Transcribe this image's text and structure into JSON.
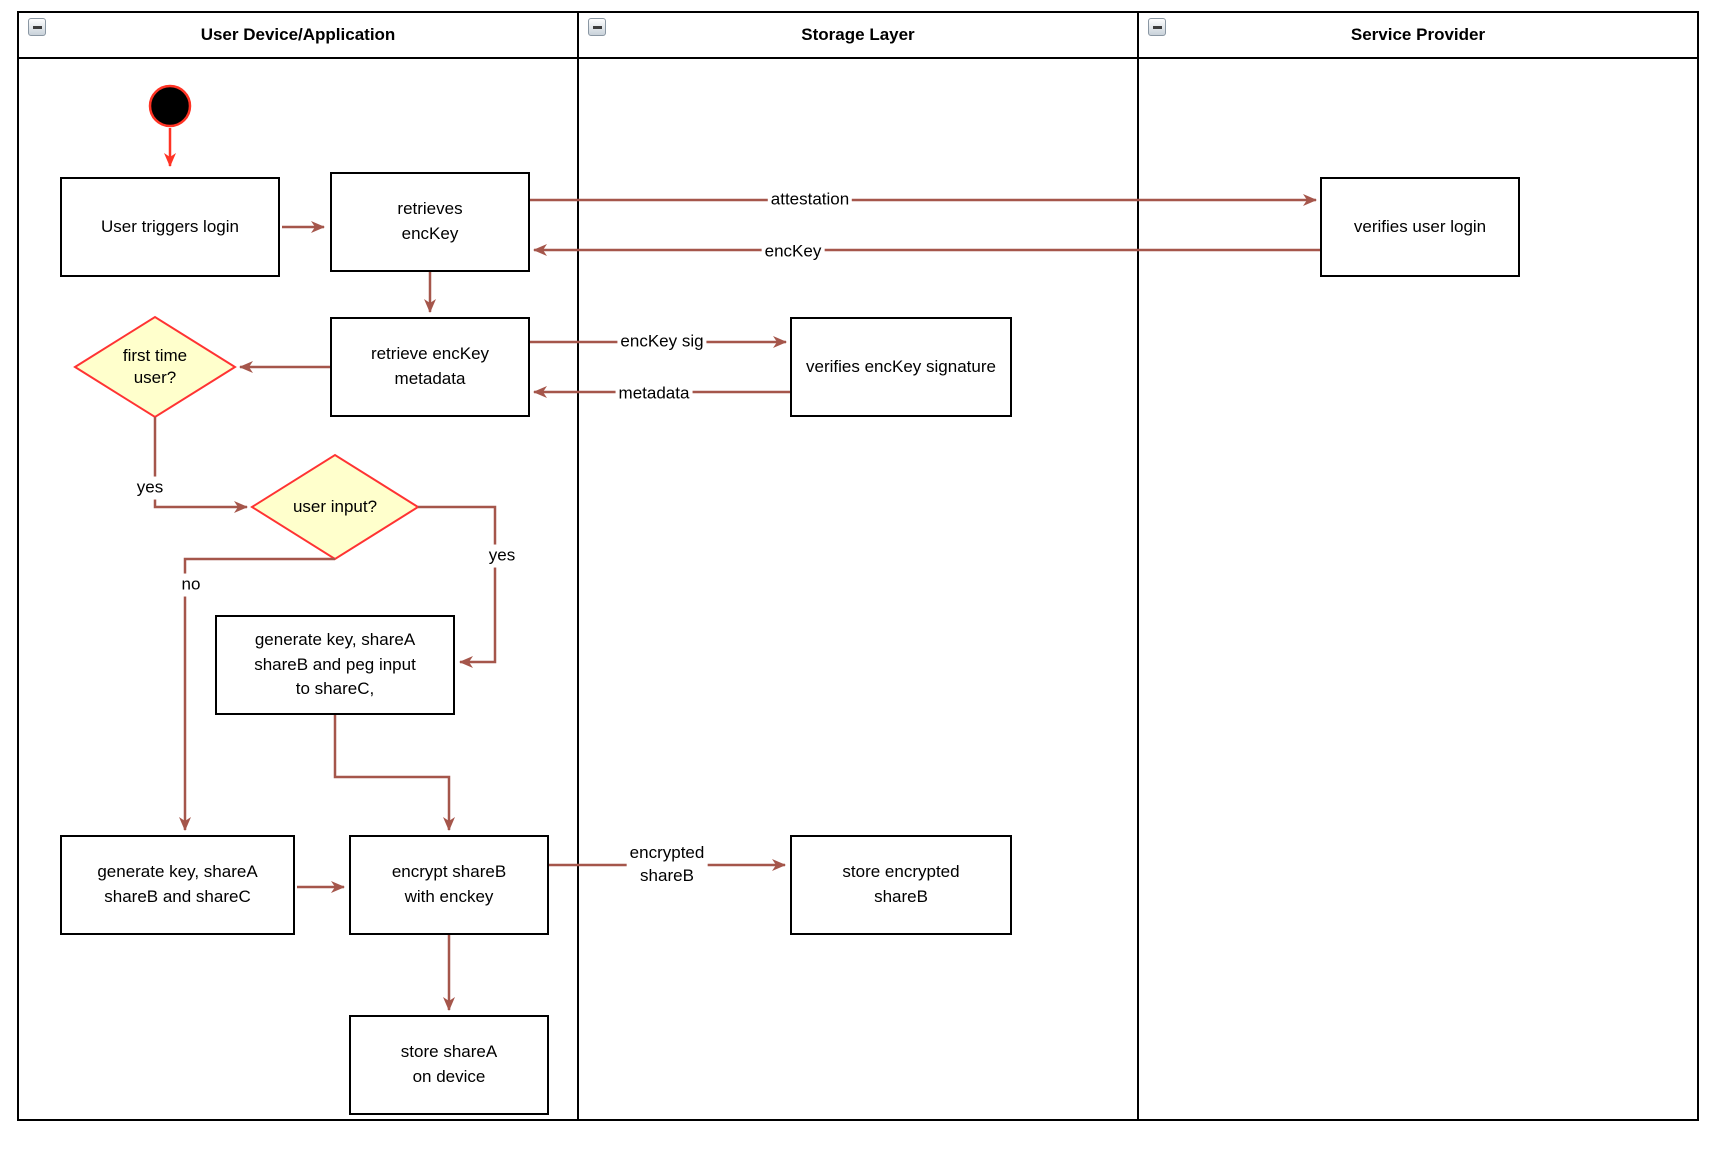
{
  "diagram": {
    "tool": "swimlane-flowchart",
    "colors": {
      "lane_border": "#000000",
      "box_border": "#000000",
      "box_fill": "#ffffff",
      "diamond_fill": "#ffffcc",
      "diamond_stroke": "#ff3333",
      "start_fill": "#000000",
      "start_stroke": "#ff3324",
      "start_arrow": "#ff3324",
      "edge": "#a5564b",
      "text": "#000000"
    },
    "lanes": [
      {
        "label": "User Device/Application",
        "collapse_icon": "minus-icon"
      },
      {
        "label": "Storage Layer",
        "collapse_icon": "minus-icon"
      },
      {
        "label": "Service Provider",
        "collapse_icon": "minus-icon"
      }
    ],
    "nodes": {
      "start": {
        "type": "start-state"
      },
      "user_triggers_login": {
        "type": "process",
        "label": "User triggers login"
      },
      "retrieves_enckey": {
        "type": "process",
        "label": [
          "retrieves",
          "encKey"
        ]
      },
      "retrieve_enckey_metadata": {
        "type": "process",
        "label": [
          "retrieve encKey",
          "metadata"
        ]
      },
      "first_time_user": {
        "type": "decision",
        "label": [
          "first time",
          "user?"
        ]
      },
      "user_input": {
        "type": "decision",
        "label": "user input?"
      },
      "generate_key_peg_input": {
        "type": "process",
        "label": [
          "generate key, shareA",
          "shareB and peg input",
          "to shareC,"
        ]
      },
      "generate_key_abc": {
        "type": "process",
        "label": [
          "generate key, shareA",
          "shareB and shareC"
        ]
      },
      "encrypt_shareb": {
        "type": "process",
        "label": [
          "encrypt shareB",
          "with enckey"
        ]
      },
      "store_sharea": {
        "type": "process",
        "label": [
          "store shareA",
          "on device"
        ]
      },
      "verifies_enckey_signature": {
        "type": "process",
        "label": "verifies encKey signature"
      },
      "store_encrypted_shareb": {
        "type": "process",
        "label": [
          "store encrypted",
          "shareB"
        ]
      },
      "verifies_user_login": {
        "type": "process",
        "label": "verifies user login"
      }
    },
    "edge_labels": {
      "attestation": "attestation",
      "enckey": "encKey",
      "enckey_sig": "encKey sig",
      "metadata": "metadata",
      "yes_first_time": "yes",
      "yes_user_input": "yes",
      "no_user_input": "no",
      "encrypted_shareb": [
        "encrypted",
        "shareB"
      ]
    }
  }
}
